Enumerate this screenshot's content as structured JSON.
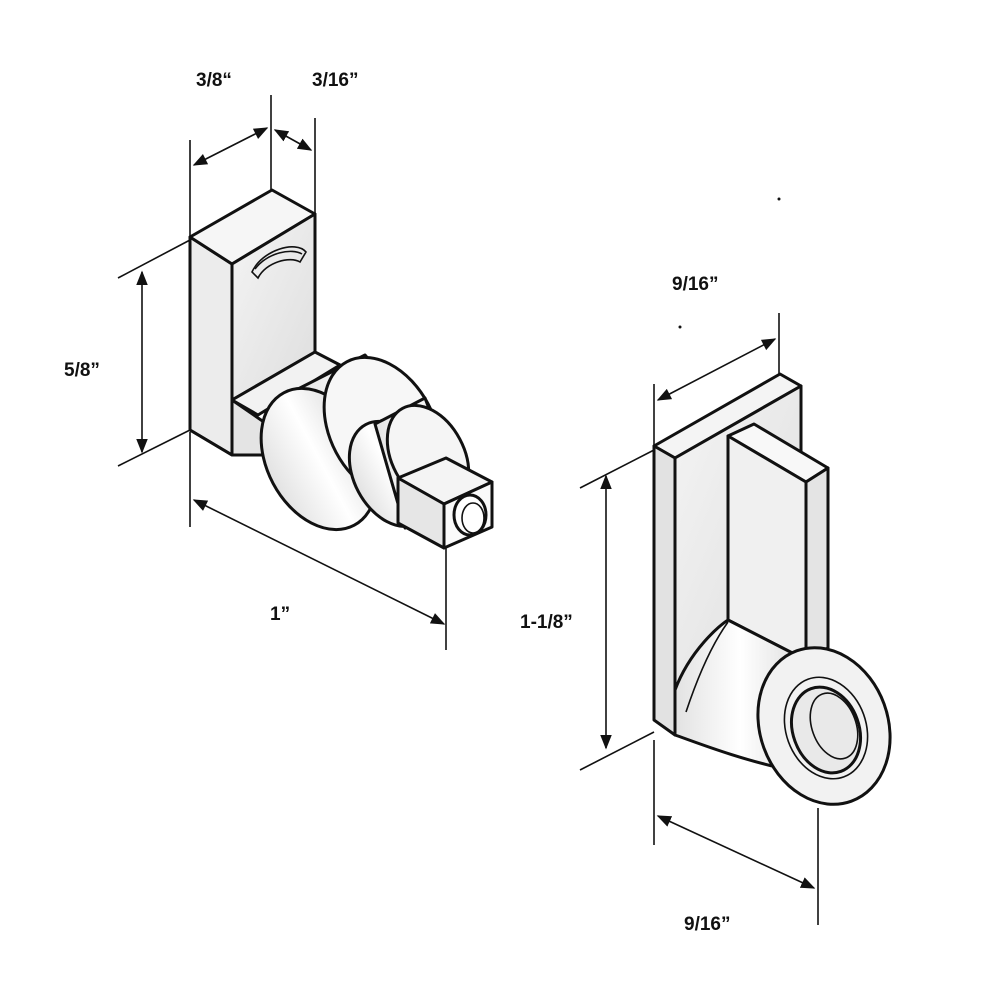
{
  "dimensions": {
    "left_part": {
      "top_depth": "3/8“",
      "top_thickness": "3/16”",
      "height": "5/8”",
      "length": "1”"
    },
    "right_part": {
      "top_width": "9/16”",
      "height": "1-1/8”",
      "bottom_width": "9/16”"
    }
  },
  "colors": {
    "line": "#111111",
    "fill_light": "#ffffff",
    "fill_shade": "#e6e6e6",
    "fill_dark": "#cfcfcf"
  }
}
